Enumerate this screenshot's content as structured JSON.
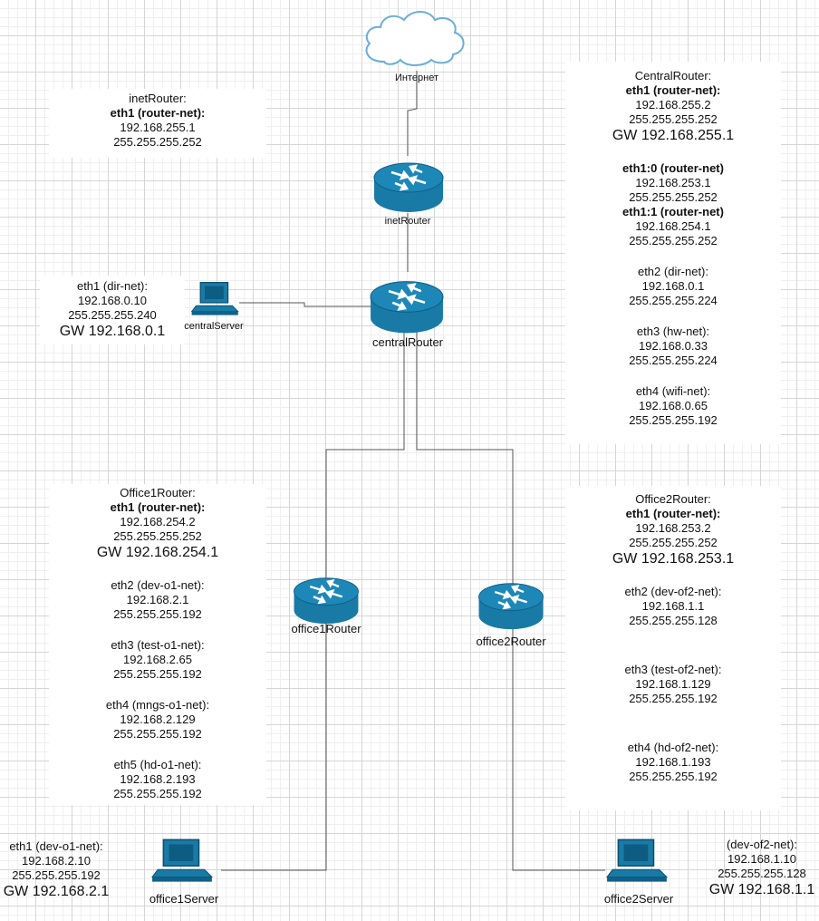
{
  "cloud": {
    "label": "Интернет"
  },
  "nodes": {
    "inetRouter": "inetRouter",
    "centralRouter": "centralRouter",
    "centralServer": "centralServer",
    "office1Router": "office1Router",
    "office2Router": "office2Router",
    "office1Server": "office1Server",
    "office2Server": "office2Server"
  },
  "inetRouter_info": {
    "title": "inetRouter:",
    "eth1": "eth1 (router-net):",
    "ip": "192.168.255.1",
    "mask": "255.255.255.252"
  },
  "central_info": {
    "title": "CentralRouter:",
    "eth1": "eth1 (router-net):",
    "eth1_ip": "192.168.255.2",
    "eth1_mask": "255.255.255.252",
    "eth1_gw": "GW 192.168.255.1",
    "eth1_0": "eth1:0 (router-net)",
    "eth1_0_ip": "192.168.253.1",
    "eth1_0_mask": "255.255.255.252",
    "eth1_1": "eth1:1  (router-net)",
    "eth1_1_ip": "192.168.254.1",
    "eth1_1_mask": "255.255.255.252",
    "eth2": "eth2 (dir-net):",
    "eth2_ip": "192.168.0.1",
    "eth2_mask": "255.255.255.224",
    "eth3": "eth3 (hw-net):",
    "eth3_ip": "192.168.0.33",
    "eth3_mask": "255.255.255.224",
    "eth4": "eth4 (wifi-net):",
    "eth4_ip": "192.168.0.65",
    "eth4_mask": "255.255.255.192"
  },
  "centralServer_info": {
    "eth1": "eth1 (dir-net):",
    "ip": "192.168.0.10",
    "mask": "255.255.255.240",
    "gw": "GW 192.168.0.1"
  },
  "office1_info": {
    "title": "Office1Router:",
    "eth1": "eth1 (router-net):",
    "eth1_ip": "192.168.254.2",
    "eth1_mask": "255.255.255.252",
    "eth1_gw": "GW 192.168.254.1",
    "eth2": "eth2 (dev-o1-net):",
    "eth2_ip": "192.168.2.1",
    "eth2_mask": "255.255.255.192",
    "eth3": "eth3 (test-o1-net):",
    "eth3_ip": "192.168.2.65",
    "eth3_mask": "255.255.255.192",
    "eth4": "eth4 (mngs-o1-net):",
    "eth4_ip": "192.168.2.129",
    "eth4_mask": "255.255.255.192",
    "eth5": "eth5 (hd-o1-net):",
    "eth5_ip": "192.168.2.193",
    "eth5_mask": "255.255.255.192"
  },
  "office2_info": {
    "title": "Office2Router:",
    "eth1": "eth1 (router-net):",
    "eth1_ip": "192.168.253.2",
    "eth1_mask": "255.255.255.252",
    "eth1_gw": "GW 192.168.253.1",
    "eth2": "eth2  (dev-of2-net):",
    "eth2_ip": "192.168.1.1",
    "eth2_mask": "255.255.255.128",
    "eth3": "eth3 (test-of2-net):",
    "eth3_ip": "192.168.1.129",
    "eth3_mask": "255.255.255.192",
    "eth4": "eth4 (hd-of2-net):",
    "eth4_ip": "192.168.1.193",
    "eth4_mask": "255.255.255.192"
  },
  "office1Server_info": {
    "eth1": "eth1 (dev-o1-net):",
    "ip": "192.168.2.10",
    "mask": "255.255.255.192",
    "gw": "GW 192.168.2.1"
  },
  "office2Server_info": {
    "eth1": "(dev-of2-net):",
    "ip": "192.168.1.10",
    "mask": "255.255.255.128",
    "gw": "GW 192.168.1.1"
  },
  "colors": {
    "router_body": "#1a7aa6",
    "router_top": "#0f6189",
    "link": "#555555"
  }
}
